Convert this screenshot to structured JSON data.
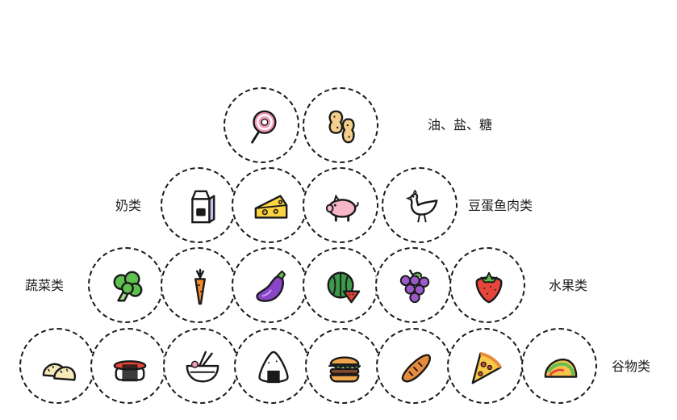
{
  "labels": {
    "oil_salt_sugar": "油、盐、糖",
    "dairy": "奶类",
    "beans_eggs_fish_meat": "豆蛋鱼肉类",
    "vegetables": "蔬菜类",
    "fruits": "水果类",
    "grains": "谷物类"
  },
  "tiers": [
    {
      "category": "oil_salt_sugar",
      "icons": [
        "lollipop-icon",
        "peanut-icon"
      ]
    },
    {
      "category": "dairy_and_protein",
      "icons": [
        "milk-carton-icon",
        "cheese-icon",
        "pig-icon",
        "chicken-icon"
      ]
    },
    {
      "category": "vegetables_and_fruits",
      "icons": [
        "broccoli-icon",
        "carrot-icon",
        "eggplant-icon",
        "watermelon-icon",
        "grapes-icon",
        "strawberry-icon"
      ]
    },
    {
      "category": "grains",
      "icons": [
        "dumplings-icon",
        "sushi-icon",
        "ramen-bowl-icon",
        "onigiri-icon",
        "burger-icon",
        "bread-icon",
        "pizza-slice-icon",
        "taco-icon"
      ]
    }
  ],
  "colors": {
    "outline": "#1a1a1a",
    "lollipop": "#f39bb6",
    "peanut": "#f3cf8b",
    "milk": "#c8b8f0",
    "cheese": "#fbd443",
    "pig": "#f7b7c8",
    "broccoli": "#5fbf4f",
    "carrot": "#f58a2a",
    "eggplant": "#8a45c7",
    "watermelon": "#3d9a4a",
    "grapes": "#9b59c9",
    "strawberry": "#e6453b",
    "bread": "#e78b3c",
    "pizza": "#f7c948",
    "taco": "#f6c24a"
  }
}
